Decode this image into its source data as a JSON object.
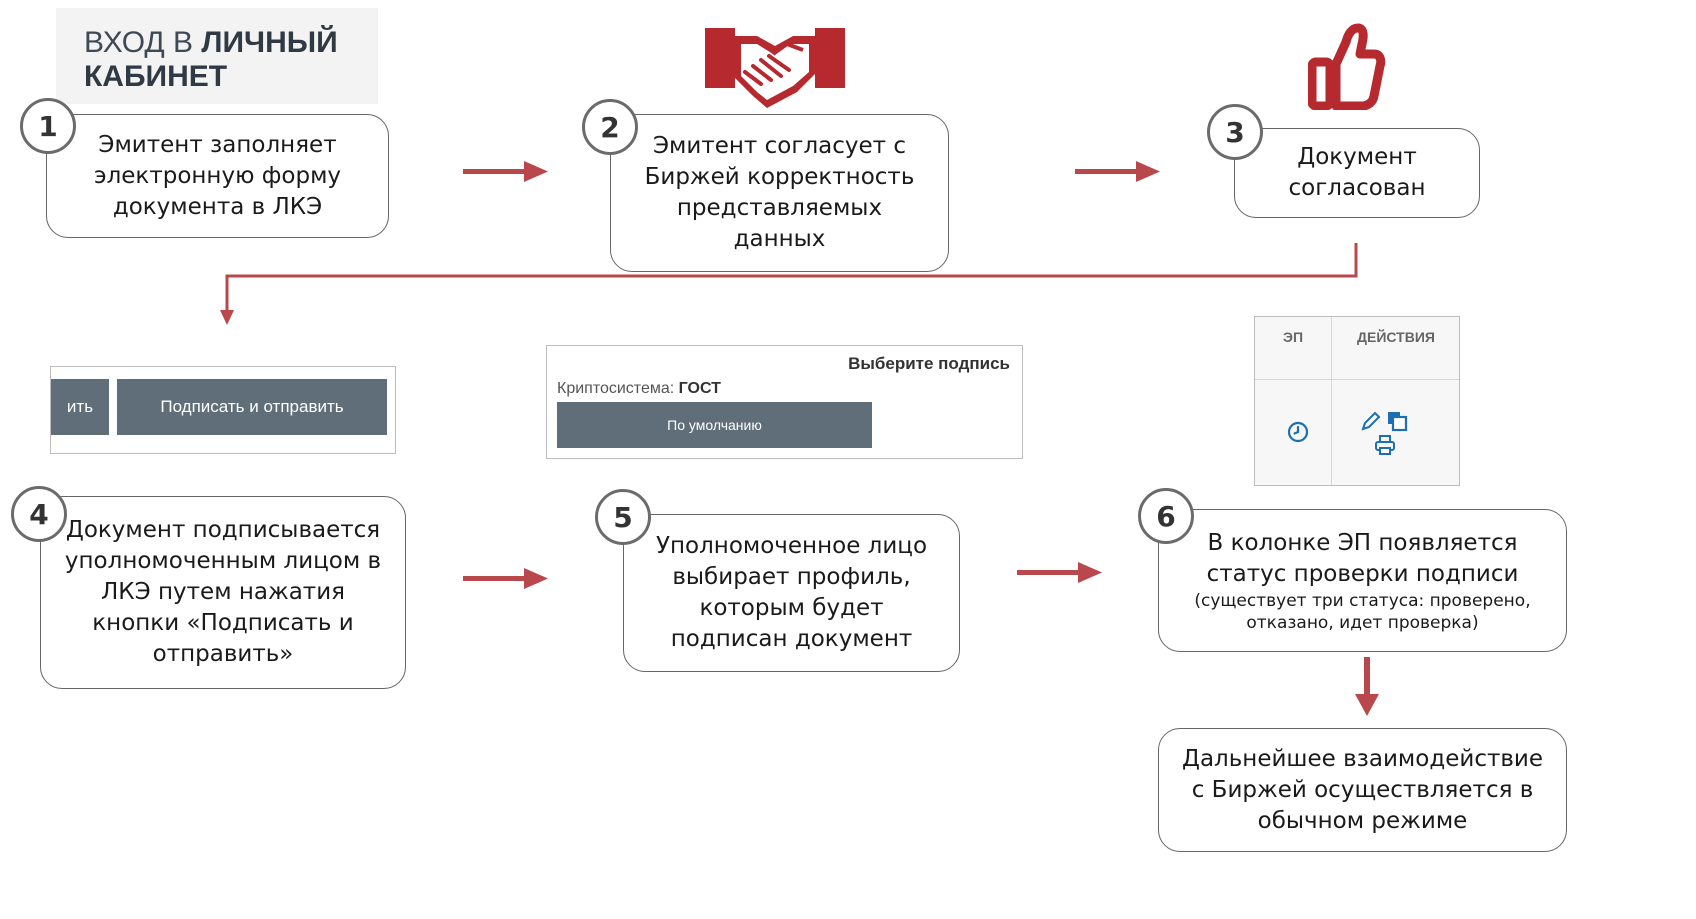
{
  "title": {
    "line1_regular": "ВХОД В",
    "line1_bold": "ЛИЧНЫЙ",
    "line2_bold": "КАБИНЕТ"
  },
  "steps": [
    {
      "number": "1",
      "text": "Эмитент заполняет\nэлектронную форму\nдокумента в ЛКЭ"
    },
    {
      "number": "2",
      "text": "Эмитент согласует с\nБиржей корректность\nпредставляемых\nданных"
    },
    {
      "number": "3",
      "text": "Документ\nсогласован"
    },
    {
      "number": "4",
      "text": "Документ подписывается\nуполномоченным лицом в\nЛКЭ путем нажатия\nкнопки «Подписать и\nотправить»"
    },
    {
      "number": "5",
      "text": "Уполномоченное лицо\nвыбирает профиль,\nкоторым будет\nподписан документ"
    },
    {
      "number": "6",
      "text": "В колонке ЭП появляется\nстатус проверки подписи",
      "note": "(существует три статуса: проверено,\nотказано, идет проверка)"
    }
  ],
  "final_step": {
    "text": "Дальнейшее взаимодействие\nс Биржей осуществляется в\nобычном режиме"
  },
  "sign_button_screenshot": {
    "cut_label": "ить",
    "button_label": "Подписать и отправить"
  },
  "signature_screenshot": {
    "heading": "Выберите подпись",
    "crypto_label": "Криптосистема:",
    "crypto_value": "ГОСТ",
    "profile_button": "По умолчанию"
  },
  "status_table_screenshot": {
    "col_ep": "ЭП",
    "col_actions": "ДЕЙСТВИЯ"
  },
  "icons": {
    "handshake": "handshake-icon",
    "thumbs_up": "thumbs-up-icon",
    "clock": "clock-icon",
    "edit": "pencil-icon",
    "copy": "copy-icon",
    "print": "printer-icon"
  },
  "colors": {
    "accent": "#b5292f",
    "arrow": "#b8484c",
    "button": "#5f6e78",
    "border": "#666666"
  }
}
